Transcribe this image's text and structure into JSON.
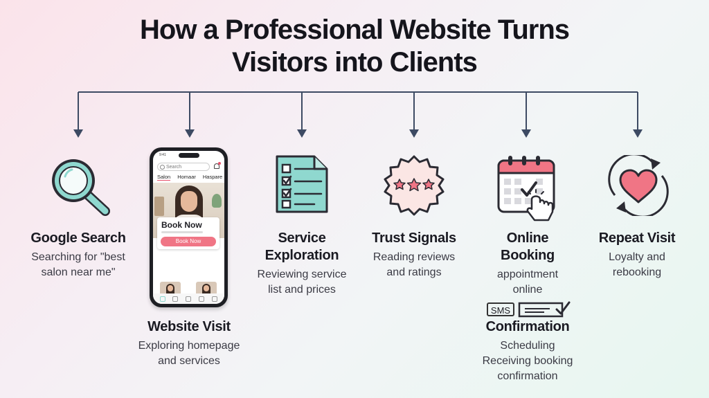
{
  "title": {
    "line1": "How a Professional Website Turns",
    "line2": "Visitors into Clients"
  },
  "steps": [
    {
      "name": "Google Search",
      "desc_line1": "Searching for \"best",
      "desc_line2": "salon near me\"",
      "icon": "magnifier-icon"
    },
    {
      "name": "Website Visit",
      "desc_line1": "Exploring homepage",
      "desc_line2": "and services",
      "icon": "smartphone-icon"
    },
    {
      "name_line1": "Service",
      "name_line2": "Exploration",
      "desc_line1": "Reviewing service",
      "desc_line2": "list and prices",
      "icon": "checklist-icon"
    },
    {
      "name": "Trust Signals",
      "desc_line1": "Reading reviews",
      "desc_line2": "and ratings",
      "icon": "star-badge-icon"
    },
    {
      "name_line1": "Online",
      "name_line2": "Booking",
      "desc_line1": "appointment",
      "desc_line2": "online",
      "icon": "calendar-click-icon"
    },
    {
      "name": "Repeat Visit",
      "desc_line1": "Loyalty and",
      "desc_line2": "rebooking",
      "icon": "heart-cycle-icon"
    }
  ],
  "confirmation": {
    "sms_label": "SMS",
    "name": "Confirmation",
    "desc_line1": "Scheduling",
    "desc_line2": "Receiving booking",
    "desc_line3": "confirmation"
  },
  "phone": {
    "time": "9:41",
    "search_placeholder": "Search",
    "tabs": [
      "Salon",
      "Homaar",
      "Haspare"
    ],
    "card_title": "Book Now",
    "card_button": "Book Now"
  },
  "colors": {
    "teal": "#8fd8cf",
    "pink": "#f07585",
    "outline": "#2b2b33",
    "connector": "#3d4a63"
  }
}
